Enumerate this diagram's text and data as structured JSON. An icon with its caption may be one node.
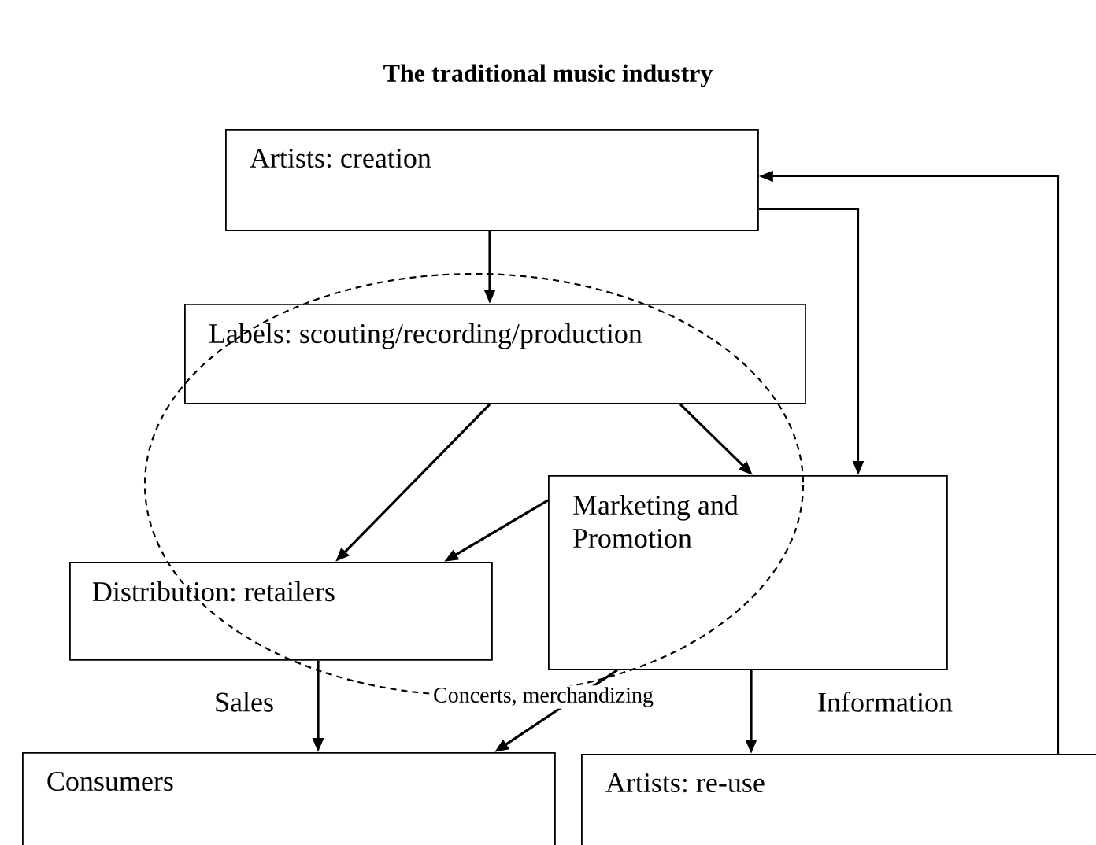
{
  "diagram": {
    "title": "The traditional music industry",
    "nodes": [
      {
        "text": [
          "Artists: creation"
        ]
      },
      {
        "text": [
          "Labels: scouting/recording/production"
        ]
      },
      {
        "text": [
          "Marketing and Promotion"
        ]
      },
      {
        "text": [
          "Distribution: retailers"
        ]
      },
      {
        "text": [
          "Consumers"
        ]
      },
      {
        "text": [
          "Artists: re-use"
        ]
      }
    ],
    "edges": [
      {
        "from": 0,
        "to": 1,
        "arrow": "to"
      },
      {
        "from": 1,
        "to": 3,
        "arrow": "to"
      },
      {
        "from": 1,
        "to": 2,
        "arrow": "to"
      },
      {
        "from": 2,
        "to": 3,
        "arrow": "to"
      },
      {
        "from": 0,
        "to": 2,
        "arrow": "to"
      },
      {
        "from": 5,
        "to": 0,
        "arrow": "to"
      },
      {
        "from": 3,
        "to": 4,
        "arrow": "to",
        "label": "Sales"
      },
      {
        "from": 2,
        "to": 4,
        "arrow": "to",
        "label": "Concerts, merchandizing"
      },
      {
        "from": 2,
        "to": 5,
        "arrow": "to",
        "label": "Information"
      }
    ]
  }
}
